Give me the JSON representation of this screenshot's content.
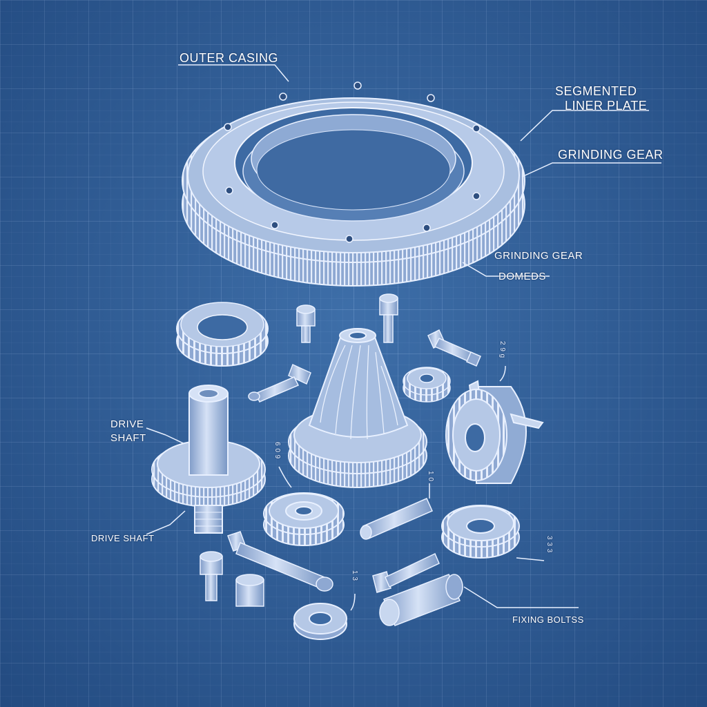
{
  "theme": {
    "background": "#2f5f98",
    "line": "#e8f0ff",
    "part_fill": "#9fb6da",
    "part_shade": "#6f8fbd"
  },
  "labels": {
    "outer_casing": "OUTER CASING",
    "segmented_liner_plate_line1": "SEGMENTED",
    "segmented_liner_plate_line2": "LINER PLATE",
    "grinding_gear_top": "GRINDING GEAR",
    "grinding_gear_mid": "GRINDING GEAR",
    "domeds": "DOMEDS",
    "drive_shaft_line1": "DRIVE",
    "drive_shaft_line2": "SHAFT",
    "drive_shaft_lower": "DRIVE SHAFT",
    "fixing_bolts": "FIXING BOLTSS"
  },
  "callout_marks": {
    "m1": "2 9 g",
    "m2": "6 0 9",
    "m3": "1 0",
    "m4": "1 3",
    "m5": "3 3 3"
  }
}
